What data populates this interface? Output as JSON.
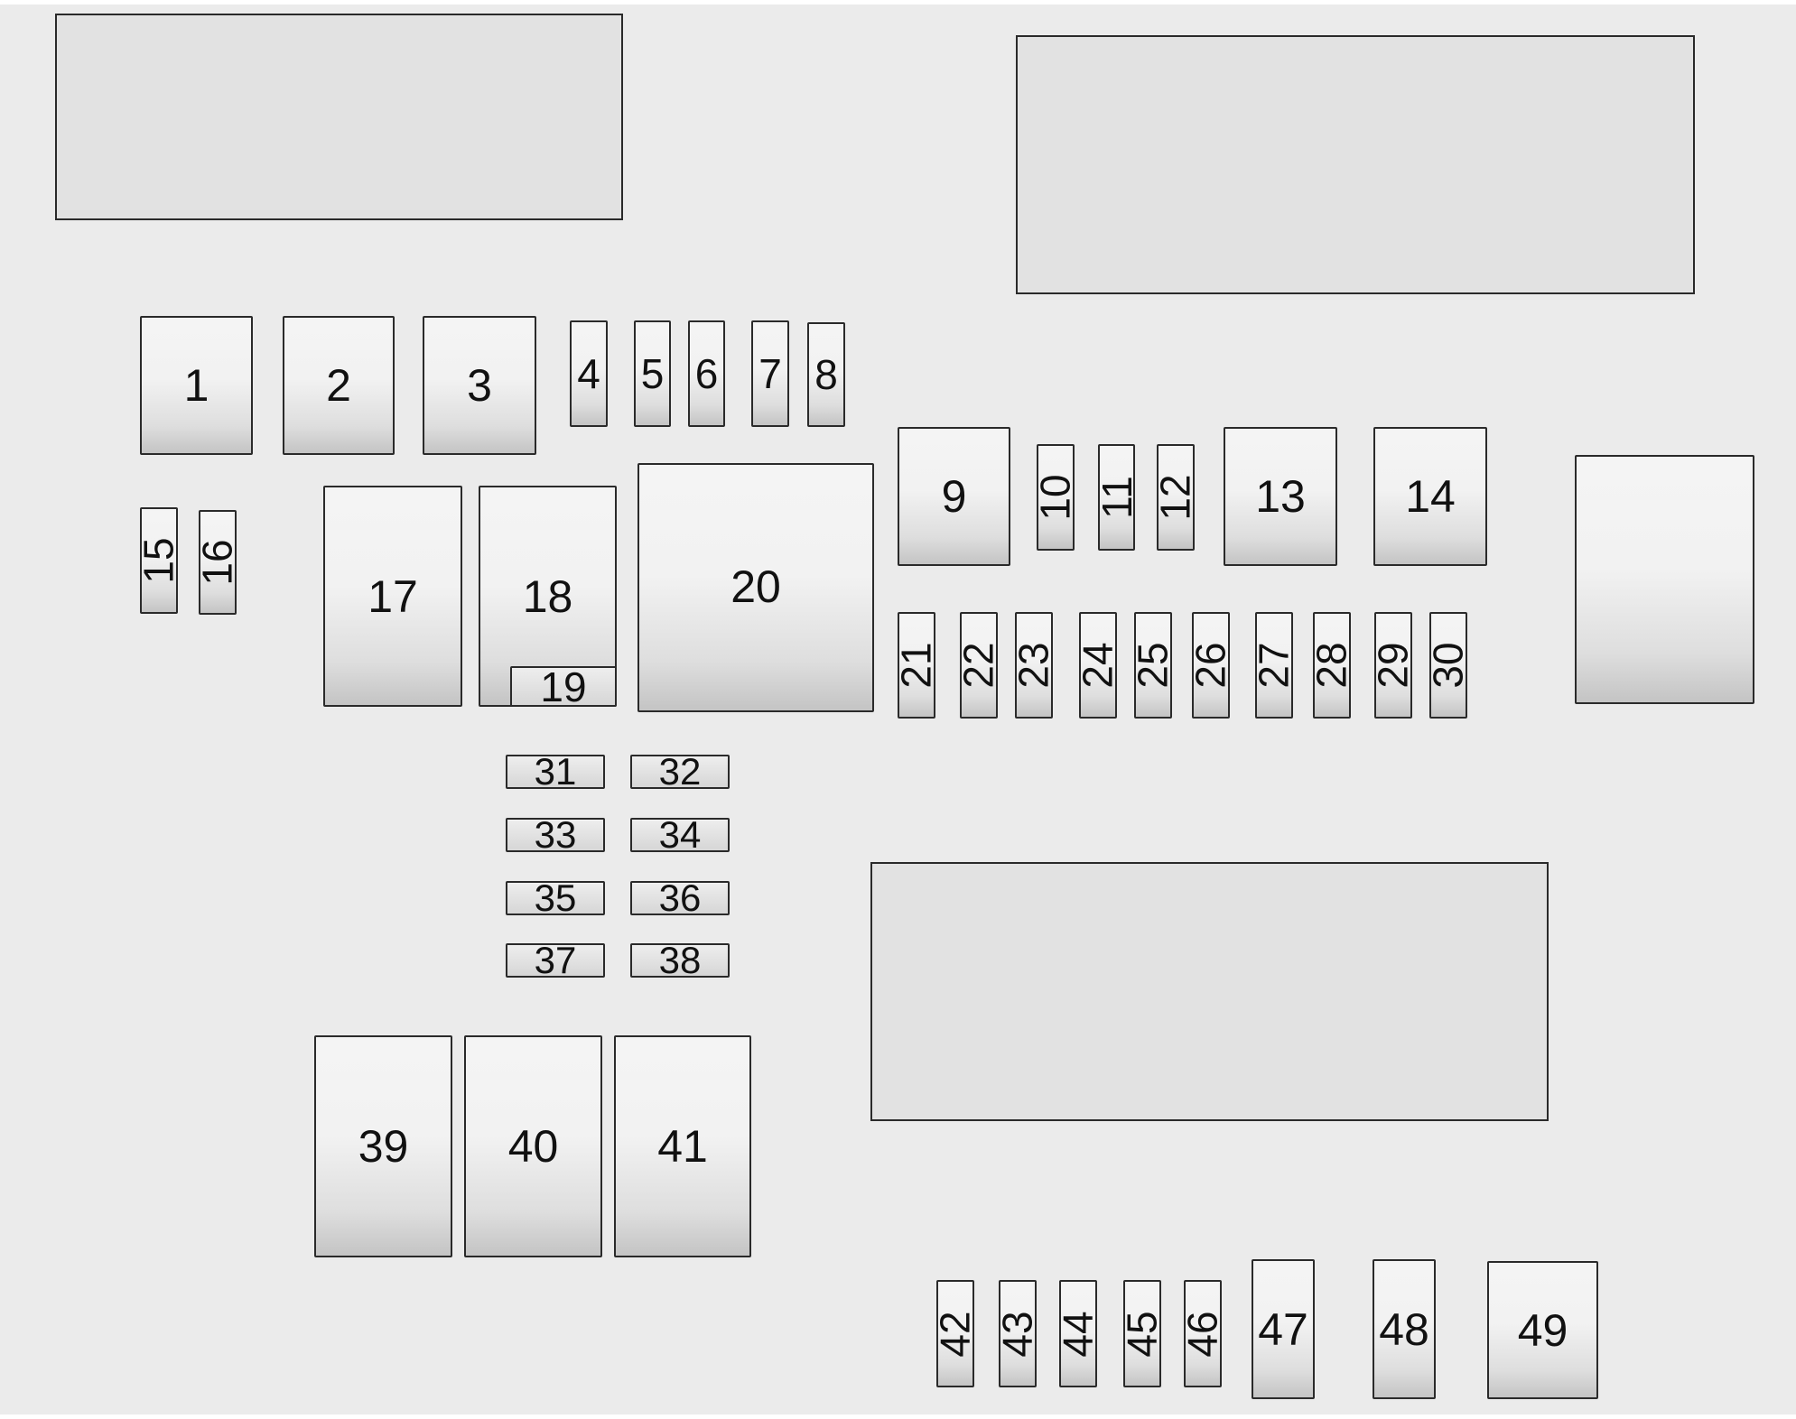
{
  "fuse_box": {
    "slots": {
      "s1": "1",
      "s2": "2",
      "s3": "3",
      "s4": "4",
      "s5": "5",
      "s6": "6",
      "s7": "7",
      "s8": "8",
      "s9": "9",
      "s10": "10",
      "s11": "11",
      "s12": "12",
      "s13": "13",
      "s14": "14",
      "s15": "15",
      "s16": "16",
      "s17": "17",
      "s18": "18",
      "s19": "19",
      "s20": "20",
      "s21": "21",
      "s22": "22",
      "s23": "23",
      "s24": "24",
      "s25": "25",
      "s26": "26",
      "s27": "27",
      "s28": "28",
      "s29": "29",
      "s30": "30",
      "s31": "31",
      "s32": "32",
      "s33": "33",
      "s34": "34",
      "s35": "35",
      "s36": "36",
      "s37": "37",
      "s38": "38",
      "s39": "39",
      "s40": "40",
      "s41": "41",
      "s42": "42",
      "s43": "43",
      "s44": "44",
      "s45": "45",
      "s46": "46",
      "s47": "47",
      "s48": "48",
      "s49": "49"
    }
  }
}
